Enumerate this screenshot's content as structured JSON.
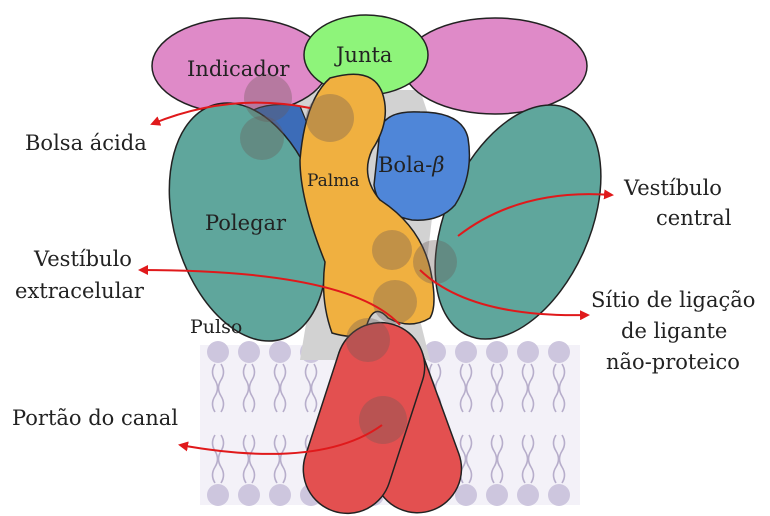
{
  "labels": {
    "indicador": "Indicador",
    "junta": "Junta",
    "palma": "Palma",
    "bola_prefix": "Bola-",
    "bola_beta": "β",
    "polegar": "Polegar",
    "pulso": "Pulso",
    "bolsa_acida": "Bolsa ácida",
    "vestibulo_central_1": "Vestíbulo",
    "vestibulo_central_2": "central",
    "vestibulo_extracelular_1": "Vestíbulo",
    "vestibulo_extracelular_2": "extracelular",
    "sitio_1": "Sítio de ligação",
    "sitio_2": "de ligante",
    "sitio_3": "não-proteico",
    "portao": "Portão do canal"
  },
  "colors": {
    "indicador": "#df8ac8",
    "junta": "#8ef47a",
    "palma": "#f0b040",
    "bola_beta": "#4f86d8",
    "thumb_blue": "#3c6cb8",
    "polegar": "#5fa69c",
    "channel": "#e35050",
    "membrane": "#cdc6de",
    "arrow": "#e0191b",
    "site": "#7a6a60"
  }
}
